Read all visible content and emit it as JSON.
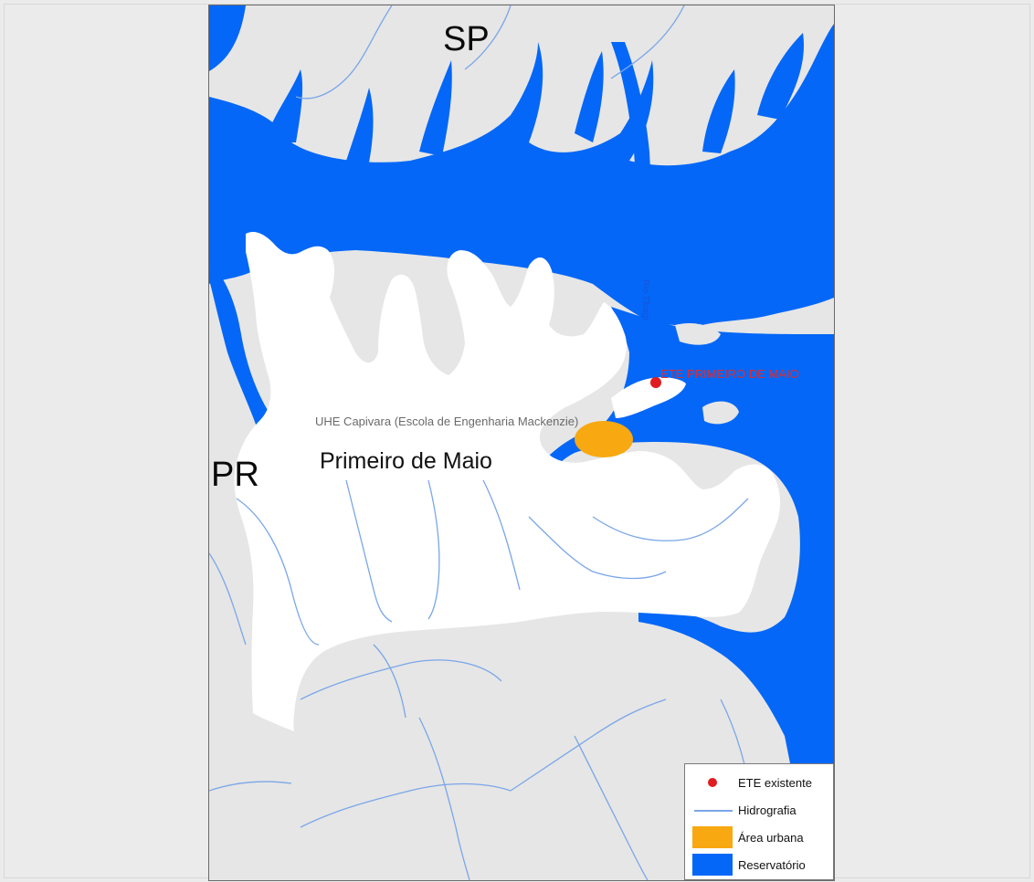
{
  "map": {
    "labels": {
      "state_north": "SP",
      "state_west": "PR",
      "city": "Primeiro de Maio",
      "uhe": "UHE Capivara (Escola de Engenharia Mackenzie)",
      "ete": "ETE PRIMEIRO DE MAIO",
      "river": "Rio Tibagi"
    },
    "colors": {
      "background": "#e6e6e6",
      "reservoir": "#0467f7",
      "municipality": "#ffffff",
      "urban": "#f8a810",
      "river": "#7aa6e8",
      "ete": "#e01b22"
    }
  },
  "legend": {
    "items": [
      {
        "symbol": "red-dot",
        "label": "ETE existente"
      },
      {
        "symbol": "blue-line",
        "label": "Hidrografia"
      },
      {
        "symbol": "orange-fill",
        "label": "Área urbana"
      },
      {
        "symbol": "blue-fill",
        "label": "Reservatório"
      }
    ]
  }
}
